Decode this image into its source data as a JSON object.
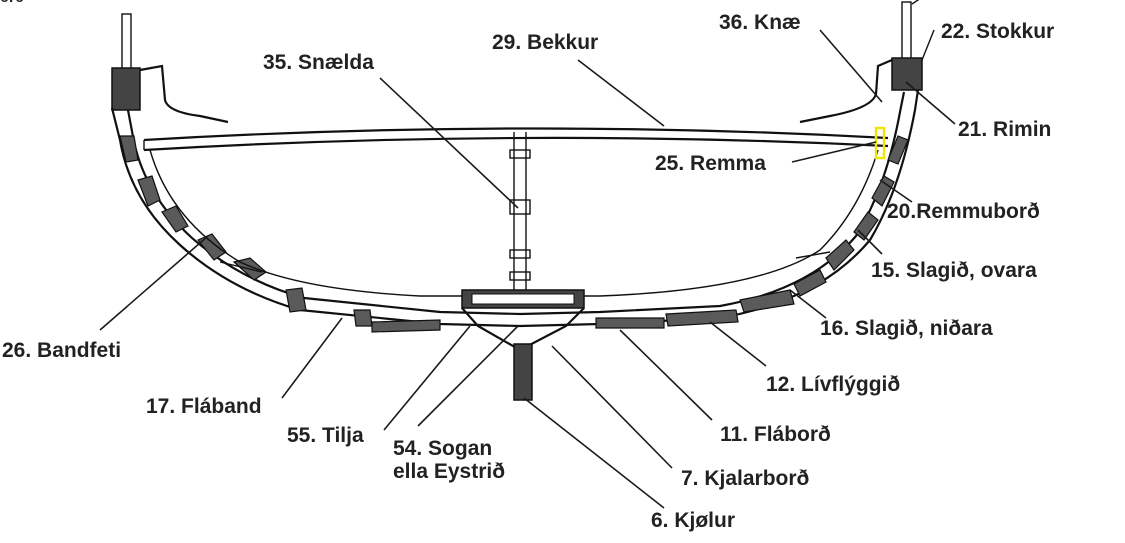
{
  "labels": {
    "bekkur": "29. Bekkur",
    "snaelda": "35. Snælda",
    "knae": "36. Knæ",
    "stokkur": "22. Stokkur",
    "rimin": "21. Rimin",
    "remma": "25. Remma",
    "remmubord": "20.Remmuborð",
    "slagid_ovara": "15. Slagið, ovara",
    "slagid_nidara": "16. Slagið, niðara",
    "bandfeti": "26. Bandfeti",
    "livflyggid": "12. Lívflýggið",
    "flaband": "17. Fláband",
    "flabord": "11. Fláborð",
    "tilja": "55. Tilja",
    "sogan_line1": "54. Sogan",
    "sogan_line2": "ella Eystrið",
    "kjalarbord": "7. Kjalarborð",
    "kjolur": "6. Kjølur",
    "corner_fragment": "ərə"
  },
  "colors": {
    "ink": "#1a1a1a",
    "highlight": "#f2e600",
    "background": "#ffffff"
  }
}
